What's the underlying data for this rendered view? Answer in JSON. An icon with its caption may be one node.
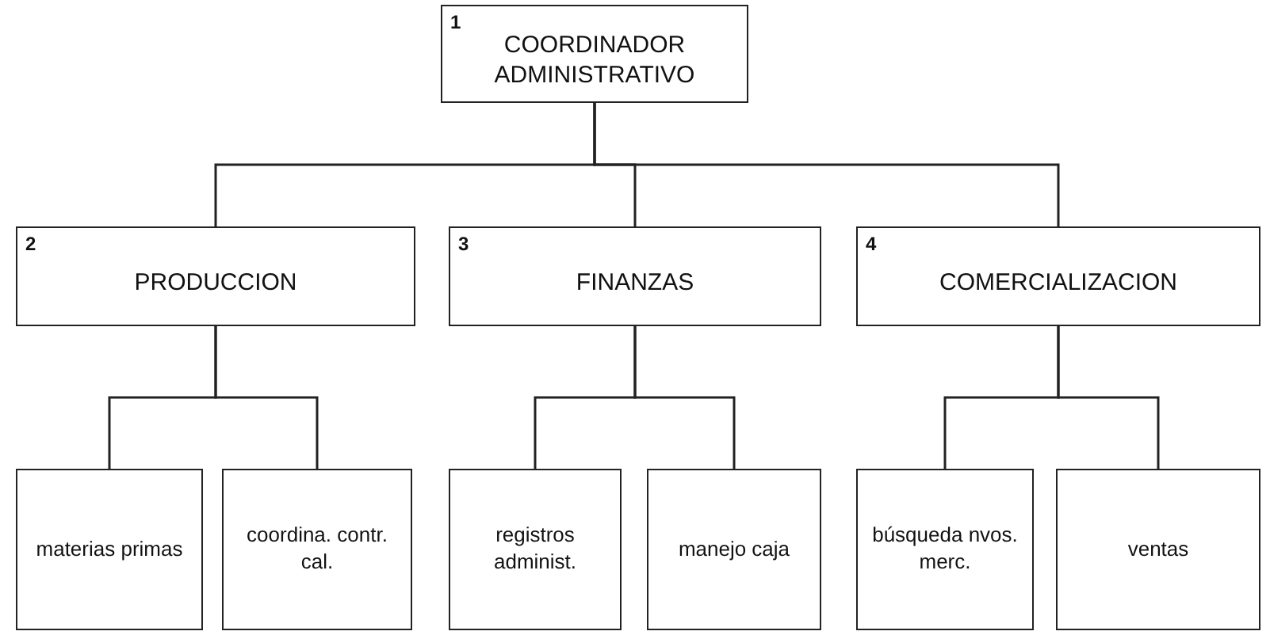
{
  "diagram": {
    "nodes": [
      {
        "text": [
          "1",
          "COORDINADOR ADMINISTRATIVO"
        ]
      },
      {
        "text": [
          "2",
          "PRODUCCION"
        ]
      },
      {
        "text": [
          "3",
          "FINANZAS"
        ]
      },
      {
        "text": [
          "4",
          "COMERCIALIZACION"
        ]
      },
      {
        "text": [
          "materias primas"
        ]
      },
      {
        "text": [
          "coordina. contr. cal."
        ]
      },
      {
        "text": [
          "registros administ."
        ]
      },
      {
        "text": [
          "manejo caja"
        ]
      },
      {
        "text": [
          "búsqueda nvos. merc."
        ]
      },
      {
        "text": [
          "ventas"
        ]
      }
    ],
    "edges": [
      {
        "from": 0,
        "to": 1,
        "arrow": "none"
      },
      {
        "from": 0,
        "to": 2,
        "arrow": "none"
      },
      {
        "from": 0,
        "to": 3,
        "arrow": "none"
      },
      {
        "from": 1,
        "to": 4,
        "arrow": "none"
      },
      {
        "from": 1,
        "to": 5,
        "arrow": "none"
      },
      {
        "from": 2,
        "to": 6,
        "arrow": "none"
      },
      {
        "from": 2,
        "to": 7,
        "arrow": "none"
      },
      {
        "from": 3,
        "to": 8,
        "arrow": "none"
      },
      {
        "from": 3,
        "to": 9,
        "arrow": "none"
      }
    ]
  }
}
